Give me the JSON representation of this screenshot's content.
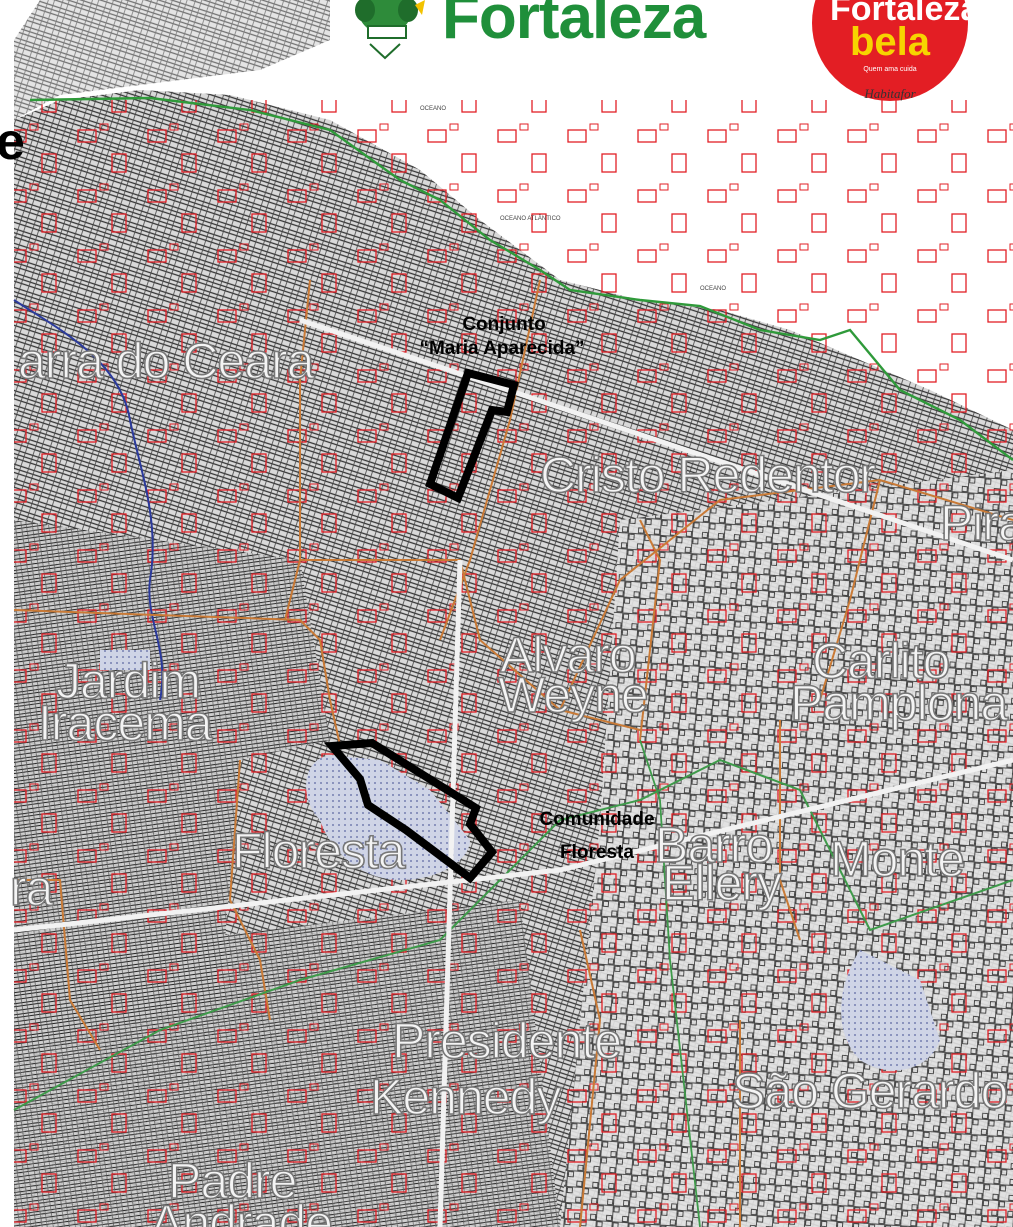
{
  "header": {
    "city_logo_text": "Fortaleza",
    "badge": {
      "line1": "Fortaleza",
      "line2": "bela",
      "tagline": "Quem ama cuida",
      "sub": "Habitafor"
    },
    "cut_letter": "e"
  },
  "neighborhoods": [
    {
      "id": "barra-do-ceara",
      "label": "arra do Ceara"
    },
    {
      "id": "cristo-redentor",
      "label": "Cristo Redentor"
    },
    {
      "id": "pirambu",
      "label": "Pira"
    },
    {
      "id": "alvaro-weyne-1",
      "label": "Alvaro"
    },
    {
      "id": "alvaro-weyne-2",
      "label": "Weyne"
    },
    {
      "id": "carlito-pamplona-1",
      "label": "Carlito"
    },
    {
      "id": "carlito-pamplona-2",
      "label": "Pamplona"
    },
    {
      "id": "jardim-iracema-1",
      "label": "Jardim"
    },
    {
      "id": "jardim-iracema-2",
      "label": "Iracema"
    },
    {
      "id": "floresta",
      "label": "Floresta"
    },
    {
      "id": "barro-ellery-1",
      "label": "Barro"
    },
    {
      "id": "barro-ellery-2",
      "label": "Ellery"
    },
    {
      "id": "monte",
      "label": "Monte"
    },
    {
      "id": "edge-left",
      "label": "ra"
    },
    {
      "id": "presidente-kennedy-1",
      "label": "Presidente"
    },
    {
      "id": "presidente-kennedy-2",
      "label": "Kennedy"
    },
    {
      "id": "sao-gerardo",
      "label": "São Gerardo"
    },
    {
      "id": "padre-andrade-1",
      "label": "Padre"
    },
    {
      "id": "padre-andrade-2",
      "label": "Andrade"
    }
  ],
  "annotations": [
    {
      "id": "conjunto-line1",
      "label": "Conjunto"
    },
    {
      "id": "conjunto-line2",
      "label": "“Maria Aparecida”"
    },
    {
      "id": "comunidade-line1",
      "label": "Comunidade"
    },
    {
      "id": "comunidade-line2",
      "label": "Floresta"
    }
  ],
  "colors": {
    "coast": "#2f9a3a",
    "district_border": "#c97a36",
    "building_outline": "#e21f26",
    "street_lines": "#262626",
    "water": "#9aa6c8",
    "highlight_outline": "#000000",
    "logo_green": "#1f8f3a",
    "badge_red": "#e31e24",
    "badge_yellow": "#f7d400"
  }
}
